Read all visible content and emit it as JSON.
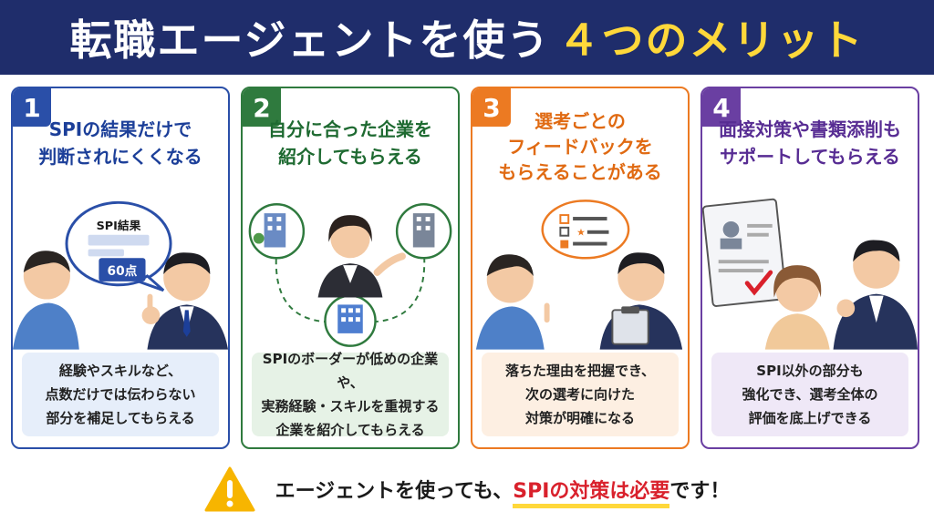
{
  "header": {
    "title_main": "転職エージェントを使う",
    "title_highlight": "４つのメリット"
  },
  "cards": [
    {
      "number": "1",
      "title_lines": [
        "SPIの結果だけで",
        "判断されにくくなる"
      ],
      "bubble_label": "SPI結果",
      "bubble_score": "60点",
      "desc_lines": [
        "経験やスキルなど、",
        "点数だけでは伝わらない",
        "部分を補足してもらえる"
      ]
    },
    {
      "number": "2",
      "title_lines": [
        "自分に合った企業を",
        "紹介してもらえる"
      ],
      "desc_lines": [
        "SPIのボーダーが低めの企業や、",
        "実務経験・スキルを重視する",
        "企業を紹介してもらえる"
      ]
    },
    {
      "number": "3",
      "title_lines": [
        "選考ごとの",
        "フィードバックを",
        "もらえることがある"
      ],
      "desc_lines": [
        "落ちた理由を把握でき、",
        "次の選考に向けた",
        "対策が明確になる"
      ]
    },
    {
      "number": "4",
      "title_lines": [
        "面接対策や書類添削も",
        "サポートしてもらえる"
      ],
      "desc_lines": [
        "SPI以外の部分も",
        "強化でき、選考全体の",
        "評価を底上げできる"
      ]
    }
  ],
  "note": {
    "text_before": "エージェントを使っても、",
    "text_highlight": "SPIの対策は必要",
    "text_after": "です！"
  },
  "colors": {
    "navy": "#1f2d6b",
    "yellow": "#ffd83a",
    "blue": "#2a4fa8",
    "green": "#2f7a3e",
    "orange": "#ec7a22",
    "purple": "#6a3fa2",
    "red": "#d9212c"
  }
}
